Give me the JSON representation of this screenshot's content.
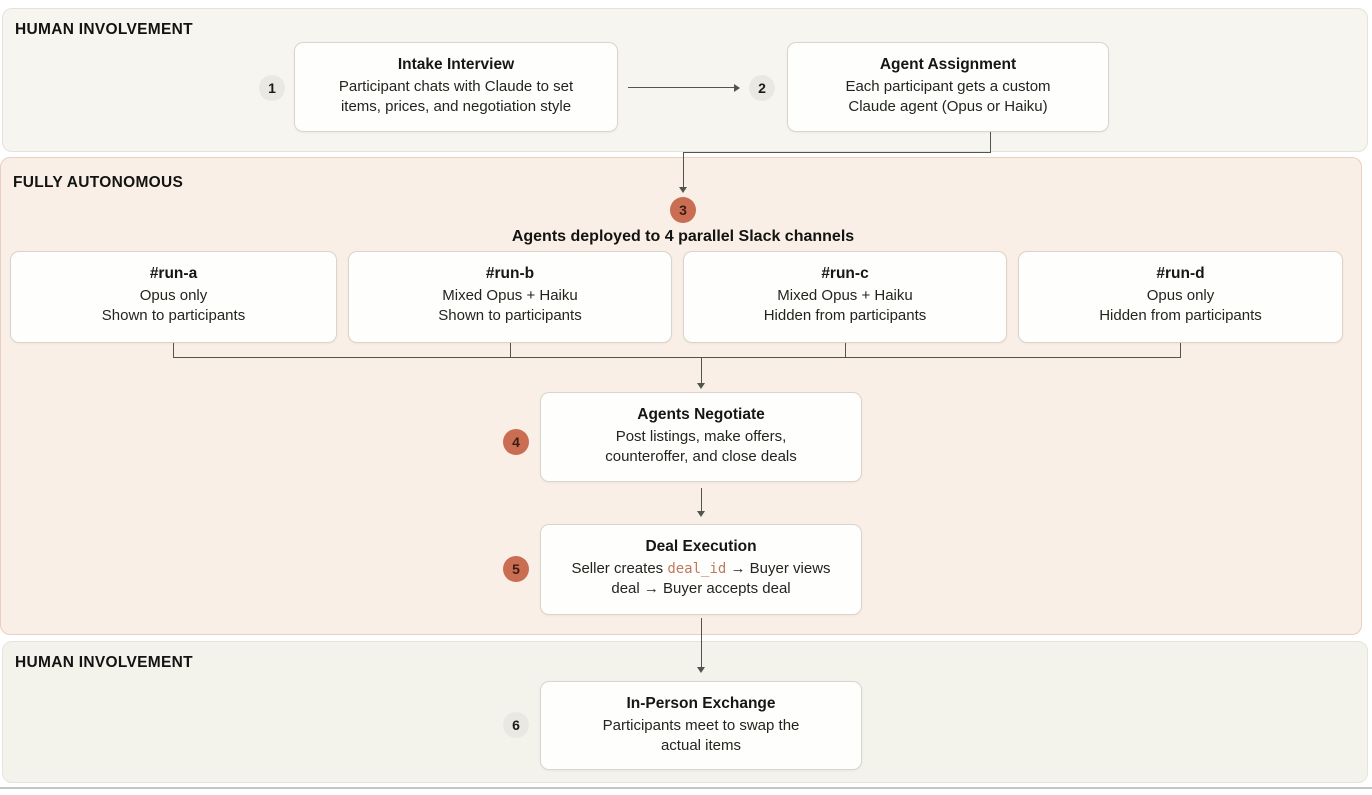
{
  "sections": {
    "top": {
      "label": "HUMAN INVOLVEMENT"
    },
    "middle": {
      "label": "FULLY AUTONOMOUS",
      "heading": "Agents deployed to 4 parallel Slack channels"
    },
    "bottom": {
      "label": "HUMAN INVOLVEMENT"
    }
  },
  "steps": {
    "intake": {
      "number": "1",
      "title": "Intake Interview",
      "line1": "Participant chats with Claude to set",
      "line2": "items, prices, and negotiation style"
    },
    "assignment": {
      "number": "2",
      "title": "Agent Assignment",
      "line1": "Each participant gets a custom",
      "line2": "Claude agent (Opus or Haiku)"
    },
    "deploy": {
      "number": "3"
    },
    "negotiate": {
      "number": "4",
      "title": "Agents Negotiate",
      "line1": "Post listings, make offers,",
      "line2": "counteroffer, and close deals"
    },
    "execution": {
      "number": "5",
      "title": "Deal Execution",
      "body_prefix": "Seller creates ",
      "code": "deal_id",
      "body_suffix": " → Buyer views",
      "line2": "deal → Buyer accepts deal"
    },
    "exchange": {
      "number": "6",
      "title": "In-Person Exchange",
      "line1": "Participants meet to swap the",
      "line2": "actual items"
    }
  },
  "channels": [
    {
      "name": "#run-a",
      "line1": "Opus only",
      "line2": "Shown to participants"
    },
    {
      "name": "#run-b",
      "line1": "Mixed Opus + Haiku",
      "line2": "Shown to participants"
    },
    {
      "name": "#run-c",
      "line1": "Mixed Opus + Haiku",
      "line2": "Hidden from participants"
    },
    {
      "name": "#run-d",
      "line1": "Opus only",
      "line2": "Hidden from participants"
    }
  ],
  "colors": {
    "accent_terracotta": "#c96e53",
    "badge_gray": "#eae8e3",
    "code_text": "#c0795d",
    "section_top_bg": "#f7f5f0",
    "section_middle_bg": "#f9efe7",
    "section_bottom_bg": "#f3f3ec"
  }
}
